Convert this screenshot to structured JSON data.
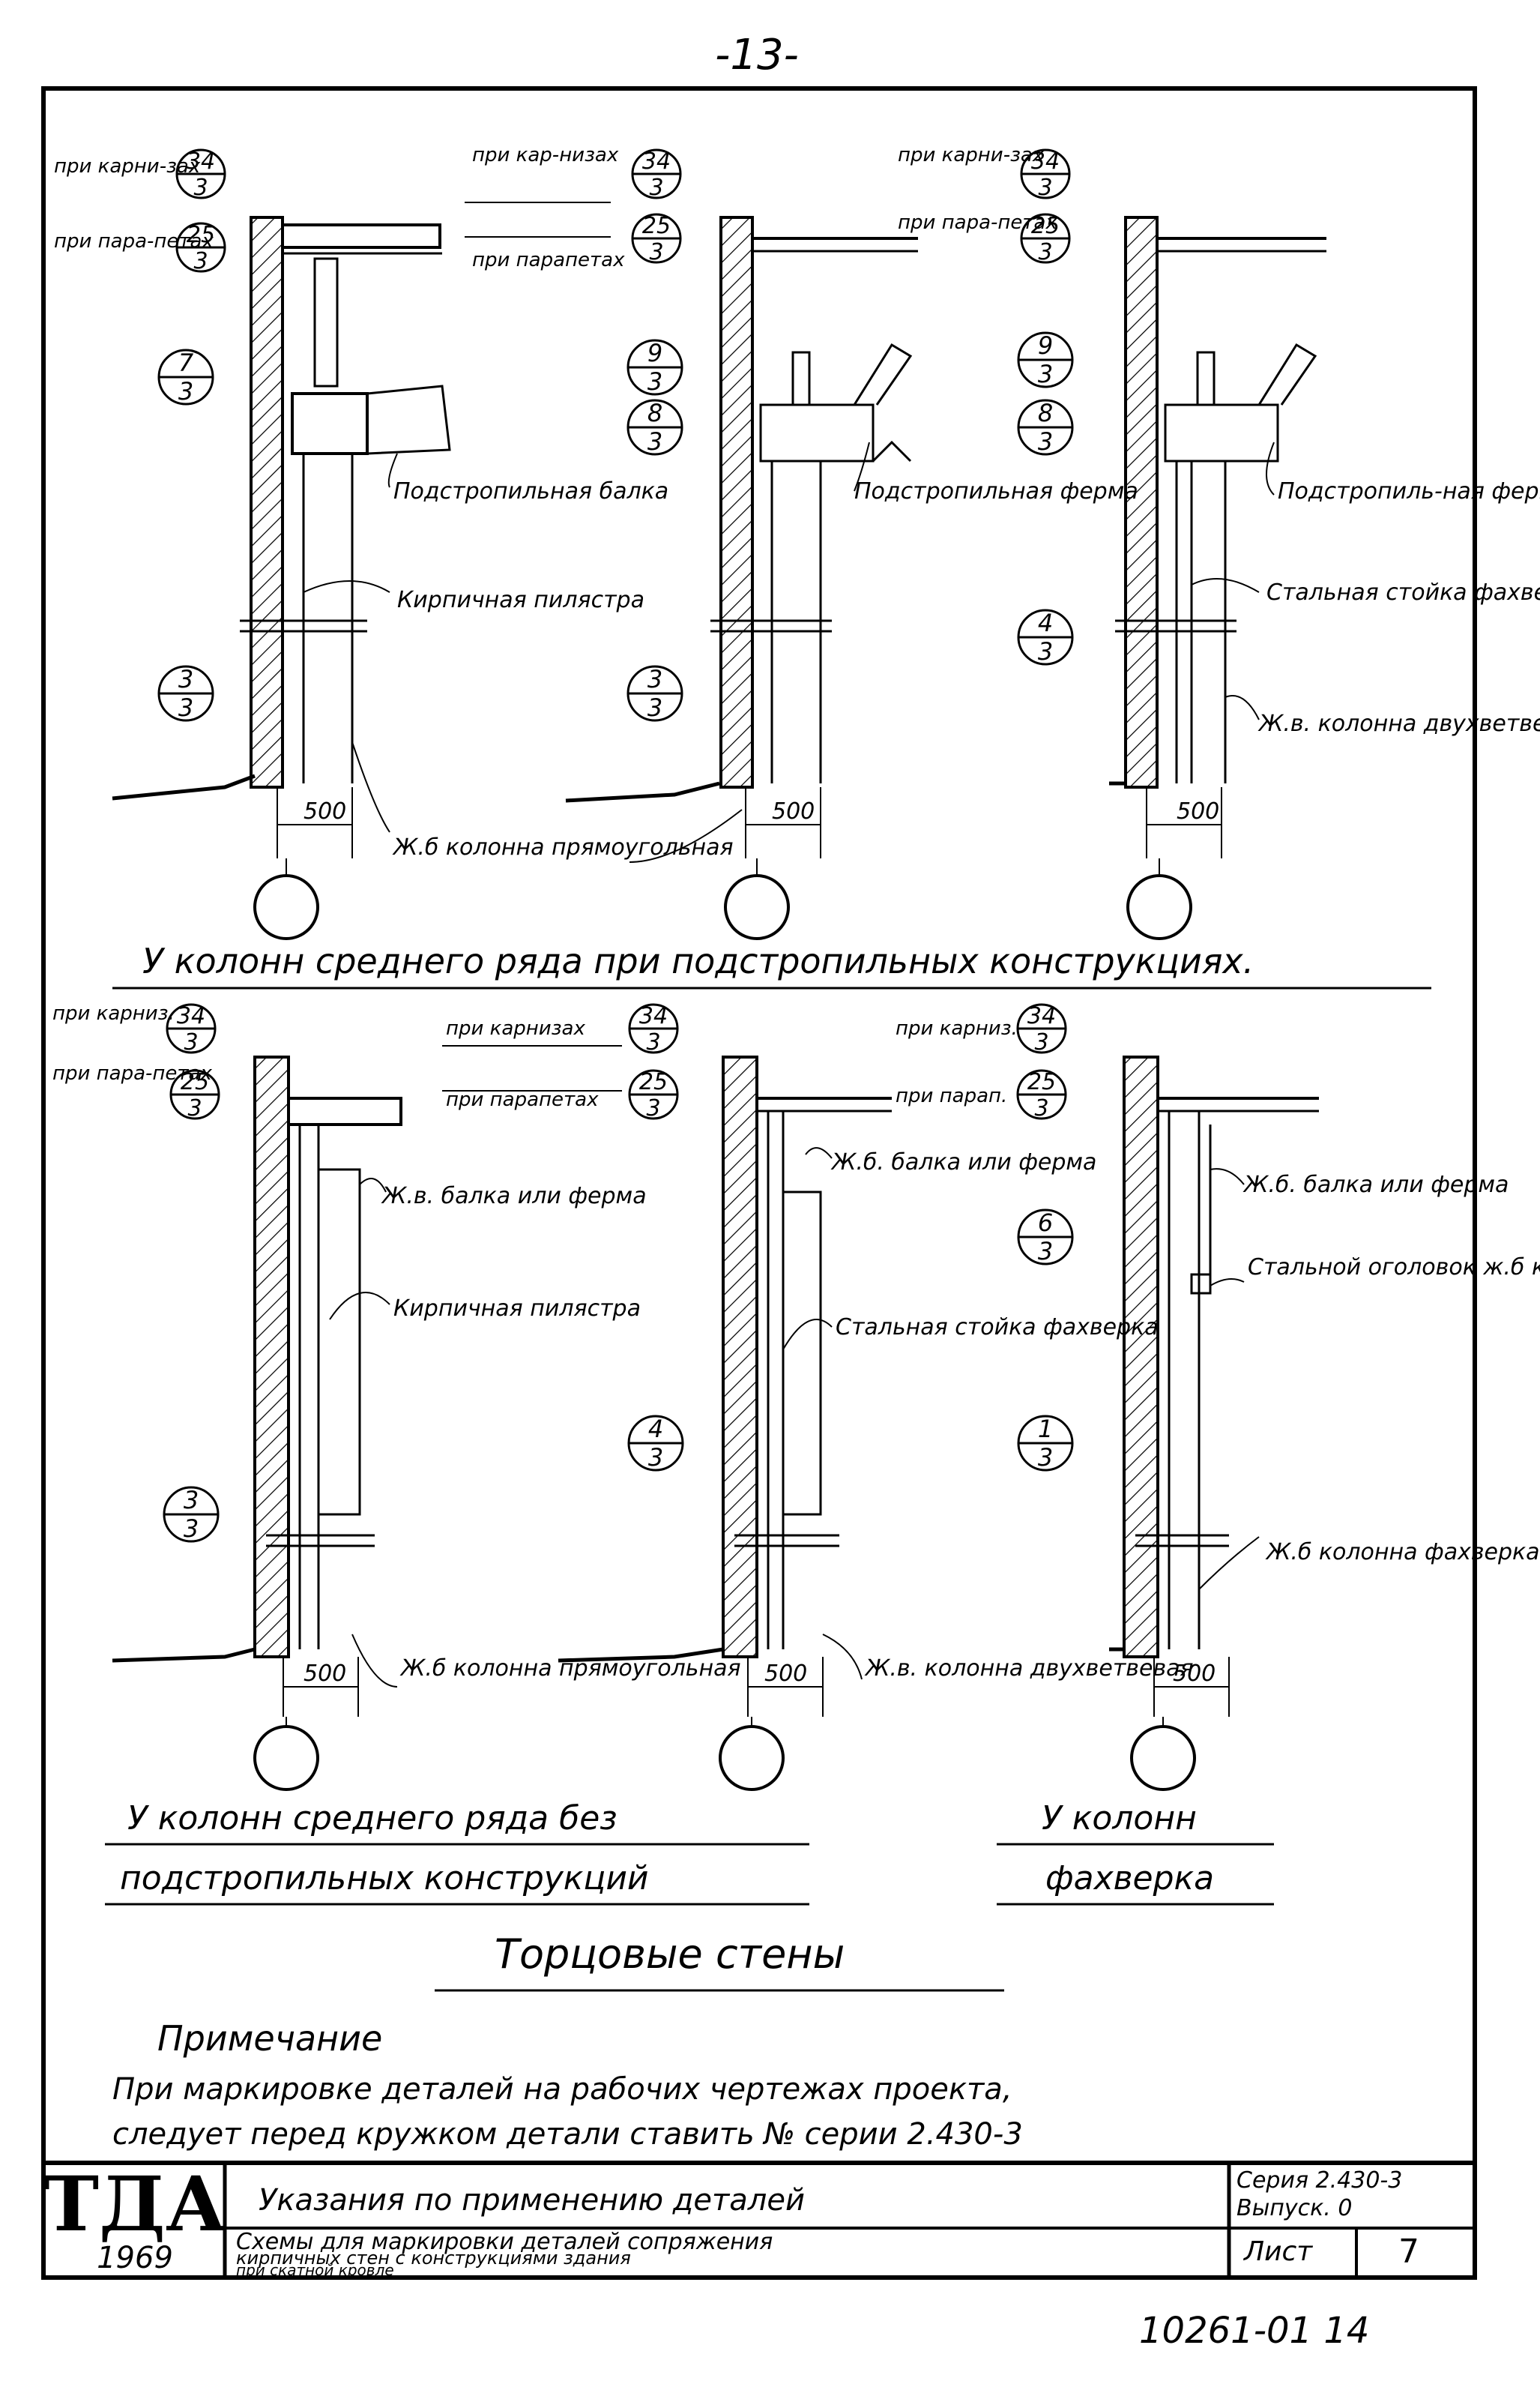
{
  "page_number": "-13-",
  "top_section": {
    "caption": "У колонн среднего ряда при подстропильных конструкциях.",
    "details": [
      {
        "note_karniz": "при карни-зах",
        "mark_karniz": [
          "34",
          "3"
        ],
        "note_parapet": "при пара-петах",
        "mark_parapet": [
          "25",
          "3"
        ],
        "side_marks": [
          [
            "7",
            "3"
          ],
          [
            "3",
            "3"
          ]
        ],
        "label_upper": "Подстропильная балка",
        "label_mid": "Кирпичная пилястра",
        "label_lower": "Ж.б колонна прямоугольная",
        "dim": "500"
      },
      {
        "note_karniz": "при кар-низах",
        "mark_karniz": [
          "34",
          "3"
        ],
        "note_parapet": "при парапетах",
        "mark_parapet": [
          "25",
          "3"
        ],
        "side_marks": [
          [
            "9",
            "3"
          ],
          [
            "8",
            "3"
          ],
          [
            "3",
            "3"
          ]
        ],
        "label_upper": "Подстропильная ферма",
        "dim": "500"
      },
      {
        "note_karniz": "при карни-зах",
        "mark_karniz": [
          "34",
          "3"
        ],
        "note_parapet": "при пара-петах",
        "mark_parapet": [
          "25",
          "3"
        ],
        "side_marks": [
          [
            "9",
            "3"
          ],
          [
            "8",
            "3"
          ],
          [
            "4",
            "3"
          ]
        ],
        "label_upper": "Подстропиль-ная ферма",
        "label_mid": "Стальная стойка фахверка",
        "label_lower": "Ж.в. колонна двухветвевая",
        "dim": "500"
      }
    ]
  },
  "bottom_section": {
    "details": [
      {
        "note_karniz": "при карниз.",
        "mark_karniz": [
          "34",
          "3"
        ],
        "note_parapet": "при пара-петах",
        "mark_parapet": [
          "25",
          "3"
        ],
        "side_marks": [
          [
            "3",
            "3"
          ]
        ],
        "label_upper": "Ж.в. балка или ферма",
        "label_mid": "Кирпичная пилястра",
        "label_lower": "Ж.б колонна прямоугольная",
        "dim": "500"
      },
      {
        "note_karniz": "при карнизах",
        "mark_karniz": [
          "34",
          "3"
        ],
        "note_parapet": "при парапетах",
        "mark_parapet": [
          "25",
          "3"
        ],
        "side_marks": [
          [
            "4",
            "3"
          ]
        ],
        "label_upper": "Ж.б. балка или ферма",
        "label_mid": "Стальная стойка фахверка",
        "label_lower": "Ж.в. колонна двухветвевая",
        "dim": "500"
      },
      {
        "note_karniz": "при карниз.",
        "mark_karniz": [
          "34",
          "3"
        ],
        "note_parapet": "при парап.",
        "mark_parapet": [
          "25",
          "3"
        ],
        "side_marks": [
          [
            "6",
            "3"
          ],
          [
            "1",
            "3"
          ]
        ],
        "label_upper": "Ж.б. балка или ферма",
        "label_mid": "Стальной оголовок ж.б колонны",
        "label_lower": "Ж.б колонна фахверка",
        "dim": "500"
      }
    ],
    "caption_left_1": "У колонн среднего ряда без",
    "caption_left_2": "подстропильных конструкций",
    "caption_right_1": "У колонн",
    "caption_right_2": "фахверка"
  },
  "section_title": "Торцовые стены",
  "note_title": "Примечание",
  "note_line_1": "При маркировке деталей на рабочих чертежах проекта,",
  "note_line_2": "следует перед кружком детали ставить № серии 2.430-3",
  "title_block": {
    "logo": "ТДА",
    "year": "1969",
    "title": "Указания по применению деталей",
    "subtitle_1": "Схемы для маркировки деталей сопряжения",
    "subtitle_2": "кирпичных стен с конструкциями здания",
    "subtitle_3": "при скатной кровле",
    "series": "Серия 2.430-3",
    "issue": "Выпуск. 0",
    "sheet_label": "Лист",
    "sheet_number": "7"
  },
  "archive_number": "10261-01 14"
}
